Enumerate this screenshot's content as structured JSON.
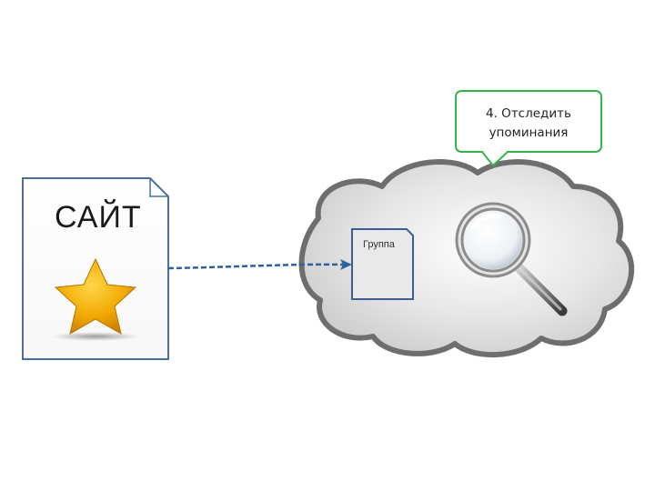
{
  "site": {
    "label": "САЙТ"
  },
  "group": {
    "label": "Группа"
  },
  "callout": {
    "line1": "4. Отследить",
    "line2": "упоминания"
  },
  "colors": {
    "document_border": "#4a6f9f",
    "group_border": "#3d5f8f",
    "arrow": "#2f5f9f",
    "callout_border": "#33b44a",
    "cloud_outline": "#707070",
    "star": "#f2a900"
  },
  "icons": [
    "star-icon",
    "magnifier-icon",
    "cloud-shape",
    "document-shape",
    "speech-callout"
  ]
}
